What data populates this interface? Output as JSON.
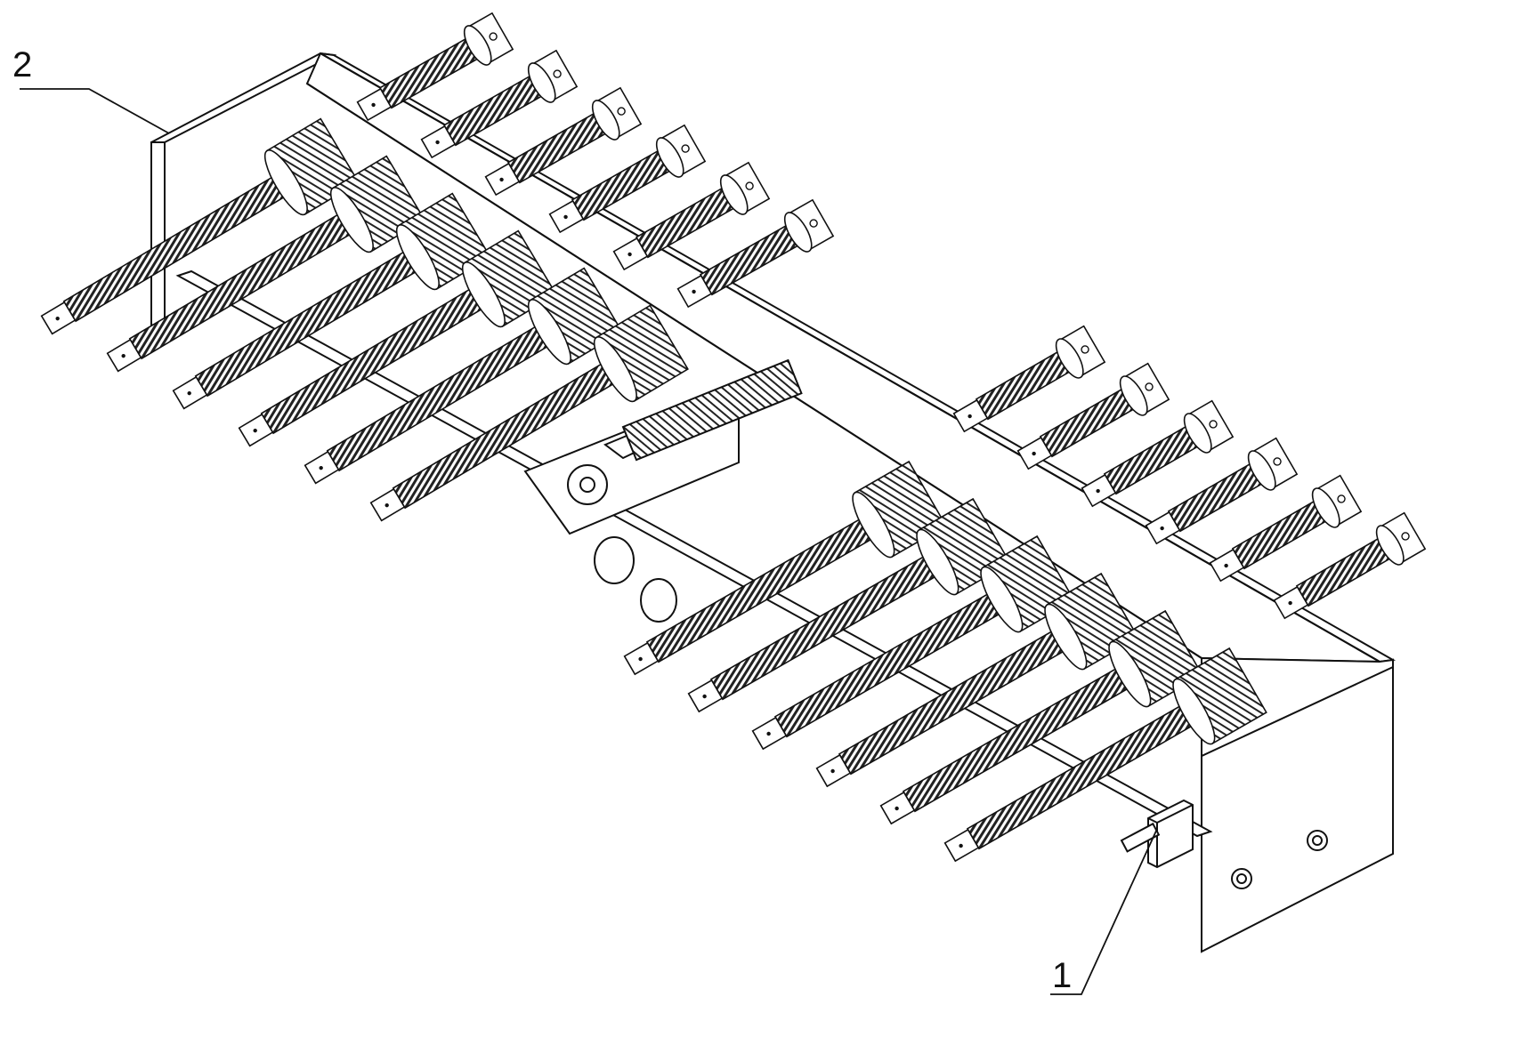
{
  "callouts": [
    {
      "id": "1",
      "text": "1"
    },
    {
      "id": "2",
      "text": "2"
    }
  ],
  "colors": {
    "line": "#111111",
    "paper": "#ffffff",
    "hatch": "#2a2a2a"
  },
  "groups": [
    {
      "name": "upper-front-screws",
      "count": 6
    },
    {
      "name": "upper-back-screws",
      "count": 6
    },
    {
      "name": "lower-front-screws",
      "count": 6
    },
    {
      "name": "lower-back-screws",
      "count": 6
    }
  ]
}
